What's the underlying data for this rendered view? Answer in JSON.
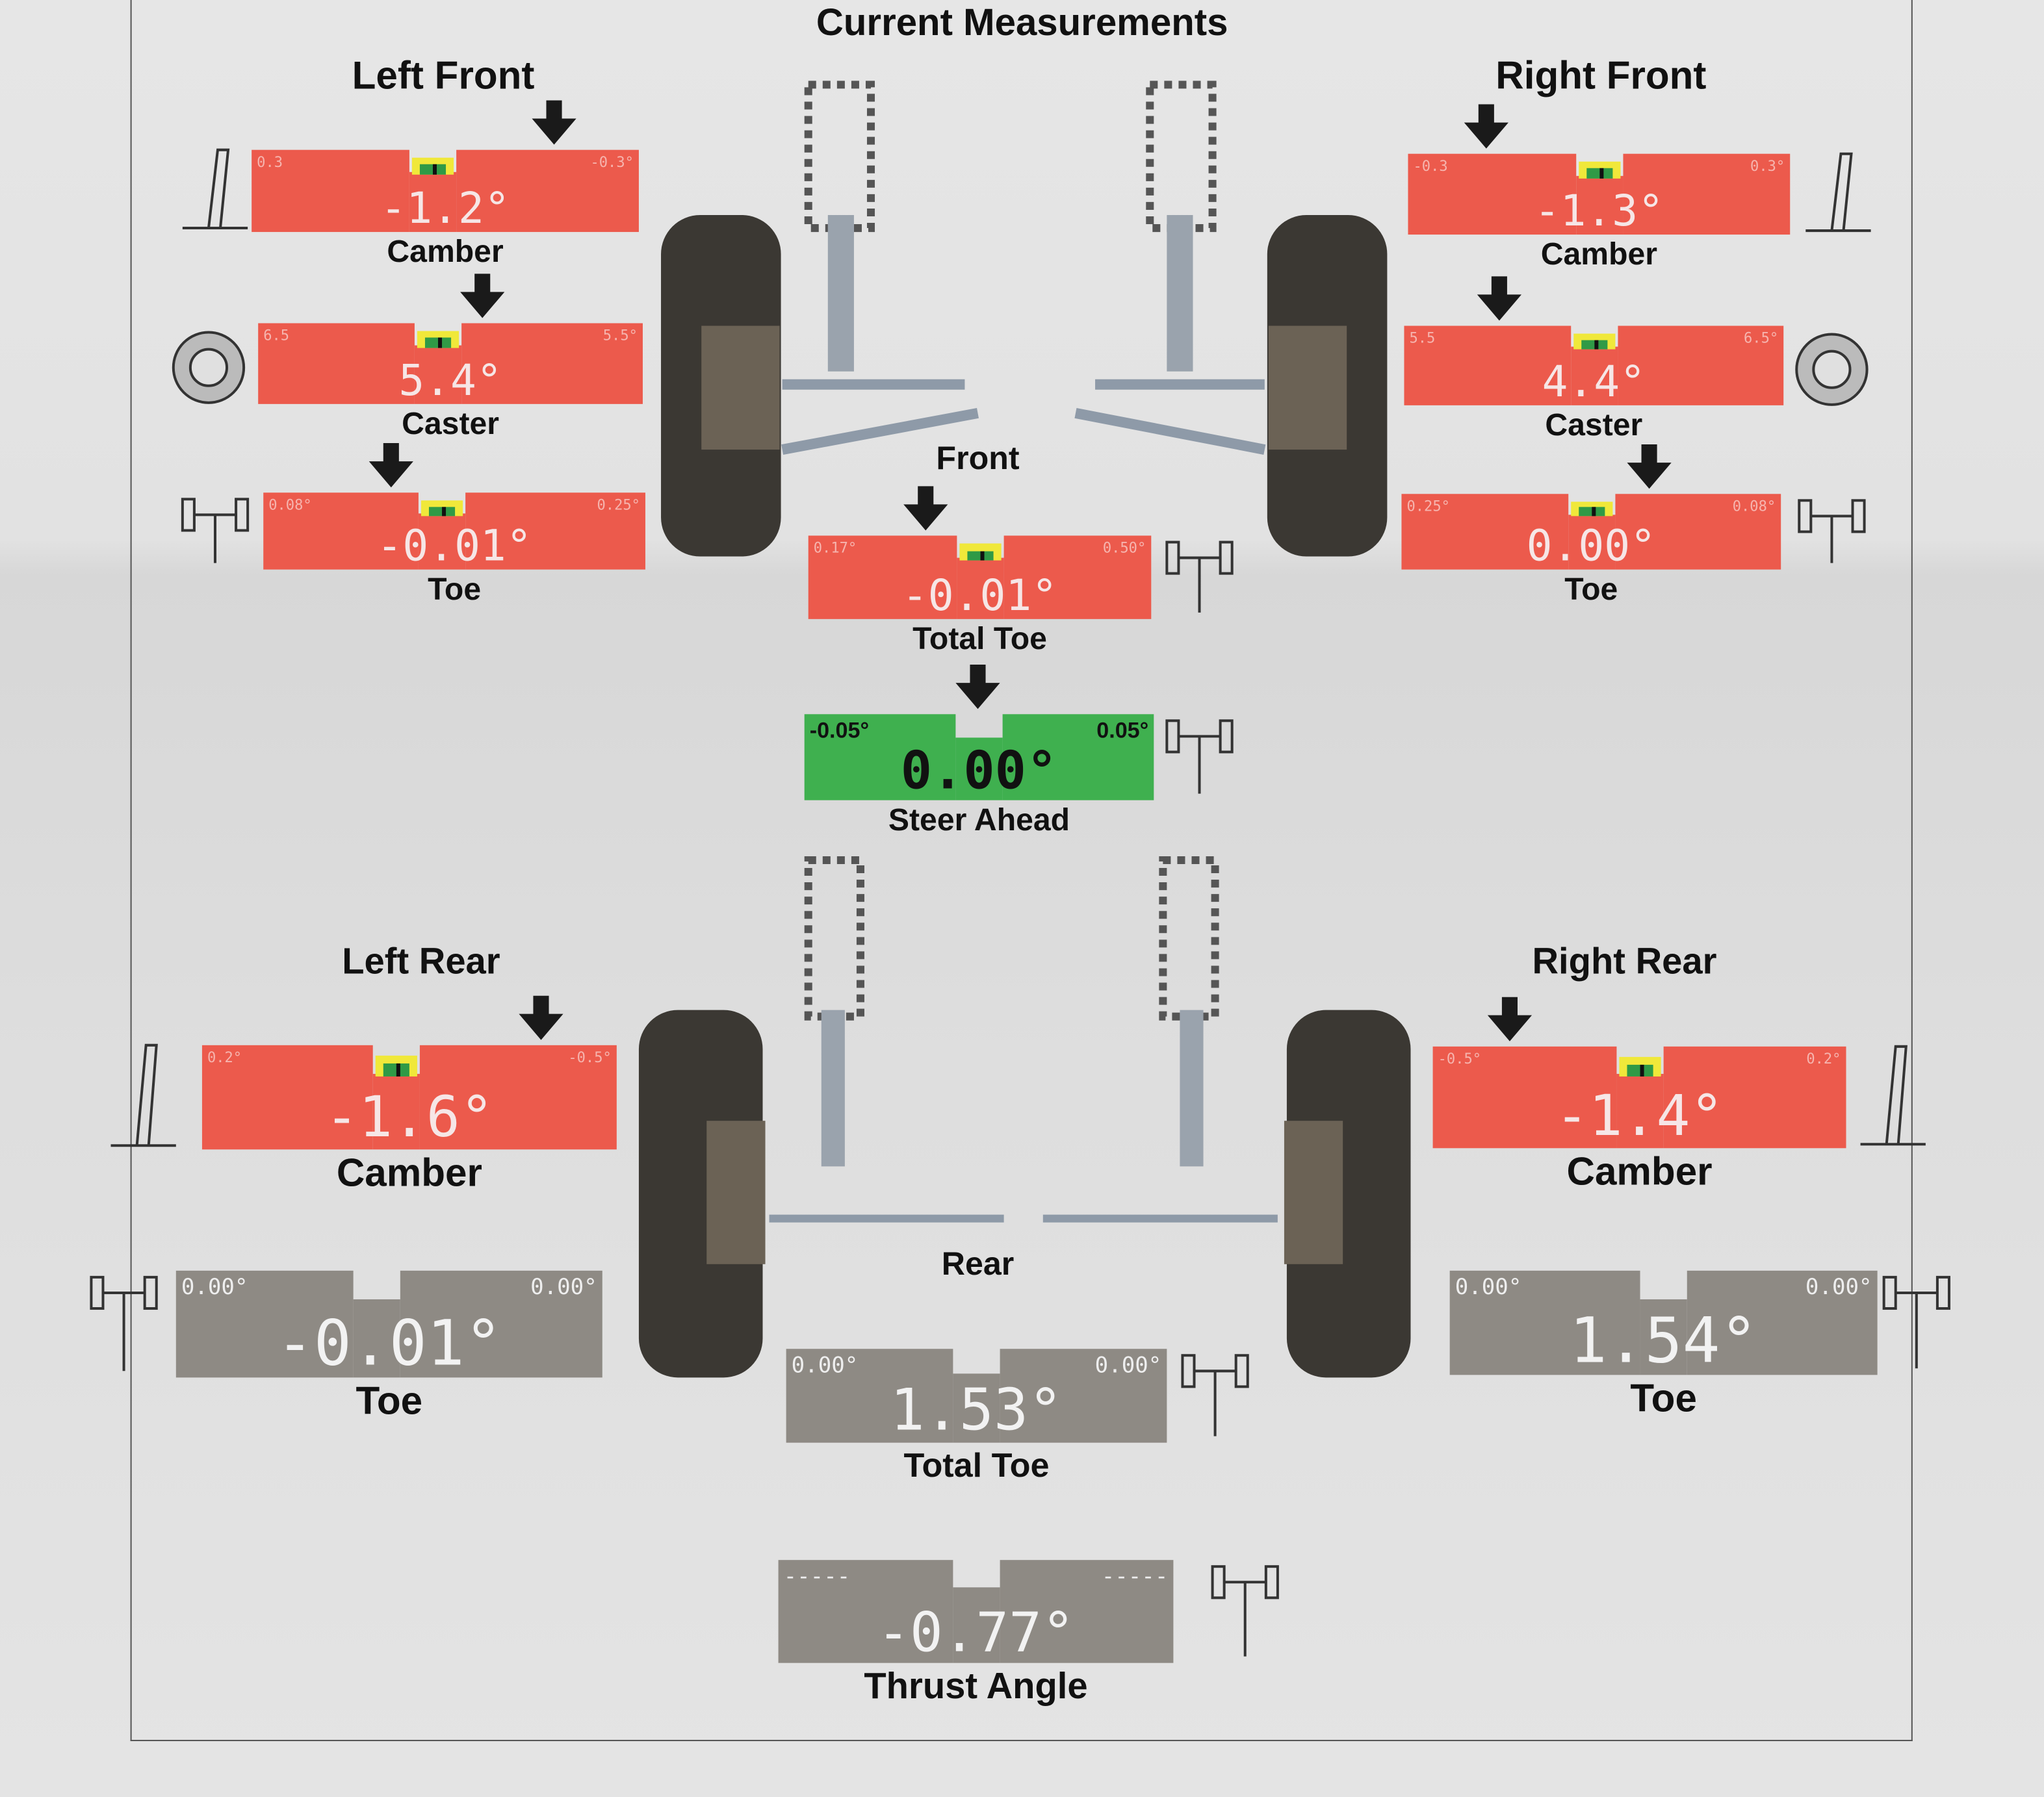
{
  "header": {
    "title": "Current Measurements"
  },
  "sections": {
    "left_front": "Left Front",
    "right_front": "Right Front",
    "left_rear": "Left Rear",
    "right_rear": "Right Rear",
    "front": "Front",
    "rear": "Rear"
  },
  "colors": {
    "out_of_spec": "#ec5a4c",
    "in_spec": "#3fb04f",
    "no_spec": "#8e8a84",
    "marker_yellow": "#f0e83a",
    "marker_green": "#2f9a46"
  },
  "gauges": {
    "lf_camber": {
      "label": "Camber",
      "value": "-1.2°",
      "min": "0.3",
      "max": "-0.3°",
      "status": "out_of_spec"
    },
    "lf_caster": {
      "label": "Caster",
      "value": "5.4°",
      "min": "6.5",
      "max": "5.5°",
      "status": "out_of_spec"
    },
    "lf_toe": {
      "label": "Toe",
      "value": "-0.01°",
      "min": "0.08°",
      "max": "0.25°",
      "status": "out_of_spec"
    },
    "rf_camber": {
      "label": "Camber",
      "value": "-1.3°",
      "min": "-0.3",
      "max": "0.3°",
      "status": "out_of_spec"
    },
    "rf_caster": {
      "label": "Caster",
      "value": "4.4°",
      "min": "5.5",
      "max": "6.5°",
      "status": "out_of_spec"
    },
    "rf_toe": {
      "label": "Toe",
      "value": "0.00°",
      "min": "0.25°",
      "max": "0.08°",
      "status": "out_of_spec"
    },
    "front_total_toe": {
      "label": "Total Toe",
      "value": "-0.01°",
      "min": "0.17°",
      "max": "0.50°",
      "status": "out_of_spec"
    },
    "steer_ahead": {
      "label": "Steer Ahead",
      "value": "0.00°",
      "min": "-0.05°",
      "max": "0.05°",
      "status": "in_spec"
    },
    "lr_camber": {
      "label": "Camber",
      "value": "-1.6°",
      "min": "0.2°",
      "max": "-0.5°",
      "status": "out_of_spec"
    },
    "rr_camber": {
      "label": "Camber",
      "value": "-1.4°",
      "min": "-0.5°",
      "max": "0.2°",
      "status": "out_of_spec"
    },
    "lr_toe": {
      "label": "Toe",
      "value": "-0.01°",
      "min": "0.00°",
      "max": "0.00°",
      "status": "no_spec"
    },
    "rr_toe": {
      "label": "Toe",
      "value": "1.54°",
      "min": "0.00°",
      "max": "0.00°",
      "status": "no_spec"
    },
    "rear_total_toe": {
      "label": "Total Toe",
      "value": "1.53°",
      "min": "0.00°",
      "max": "0.00°",
      "status": "no_spec"
    },
    "thrust_angle": {
      "label": "Thrust Angle",
      "value": "-0.77°",
      "min": "-----",
      "max": "-----",
      "status": "no_spec"
    }
  }
}
